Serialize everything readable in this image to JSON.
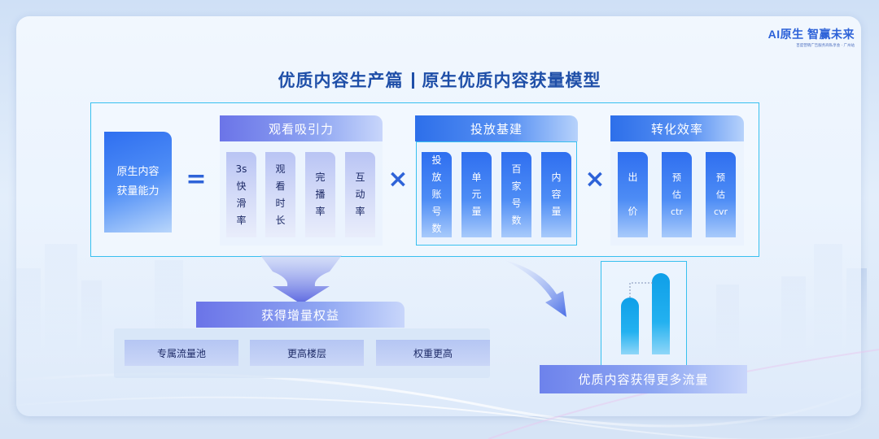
{
  "brand": {
    "main": "AI原生 智赢未来",
    "sub": "百度营销广告服务商私享会 · 广州站"
  },
  "title": {
    "left": "优质内容生产篇",
    "right": "原生优质内容获量模型"
  },
  "ability": {
    "line1": "原生内容",
    "line2": "获量能力"
  },
  "operators": {
    "equals": "=",
    "times": "×"
  },
  "groups": [
    {
      "header": "观看吸引力",
      "items": [
        {
          "lines": [
            "3s",
            "快",
            "滑",
            "率"
          ]
        },
        {
          "lines": [
            "观",
            "看",
            "时",
            "长"
          ]
        },
        {
          "lines": [
            "完",
            "播",
            "率"
          ]
        },
        {
          "lines": [
            "互",
            "动",
            "率"
          ]
        }
      ]
    },
    {
      "header": "投放基建",
      "items": [
        {
          "lines": [
            "投",
            "放",
            "账",
            "号",
            "数"
          ]
        },
        {
          "lines": [
            "单",
            "元",
            "量"
          ]
        },
        {
          "lines": [
            "百",
            "家",
            "号",
            "数"
          ]
        },
        {
          "lines": [
            "内",
            "容",
            "量"
          ]
        }
      ]
    },
    {
      "header": "转化效率",
      "items": [
        {
          "lines": [
            "出",
            "",
            "价"
          ]
        },
        {
          "lines": [
            "预",
            "估",
            "ctr"
          ]
        },
        {
          "lines": [
            "预",
            "估",
            "cvr"
          ]
        }
      ]
    }
  ],
  "gain": {
    "header": "获得增量权益",
    "items": [
      "专属流量池",
      "更高楼层",
      "权重更高"
    ]
  },
  "result": {
    "label": "优质内容获得更多流量"
  },
  "colors": {
    "accent_blue": "#2e63d8",
    "frame_cyan": "#38c0ef",
    "bar_cyan": "#0f9fe8",
    "title_blue": "#1f4fa8"
  }
}
